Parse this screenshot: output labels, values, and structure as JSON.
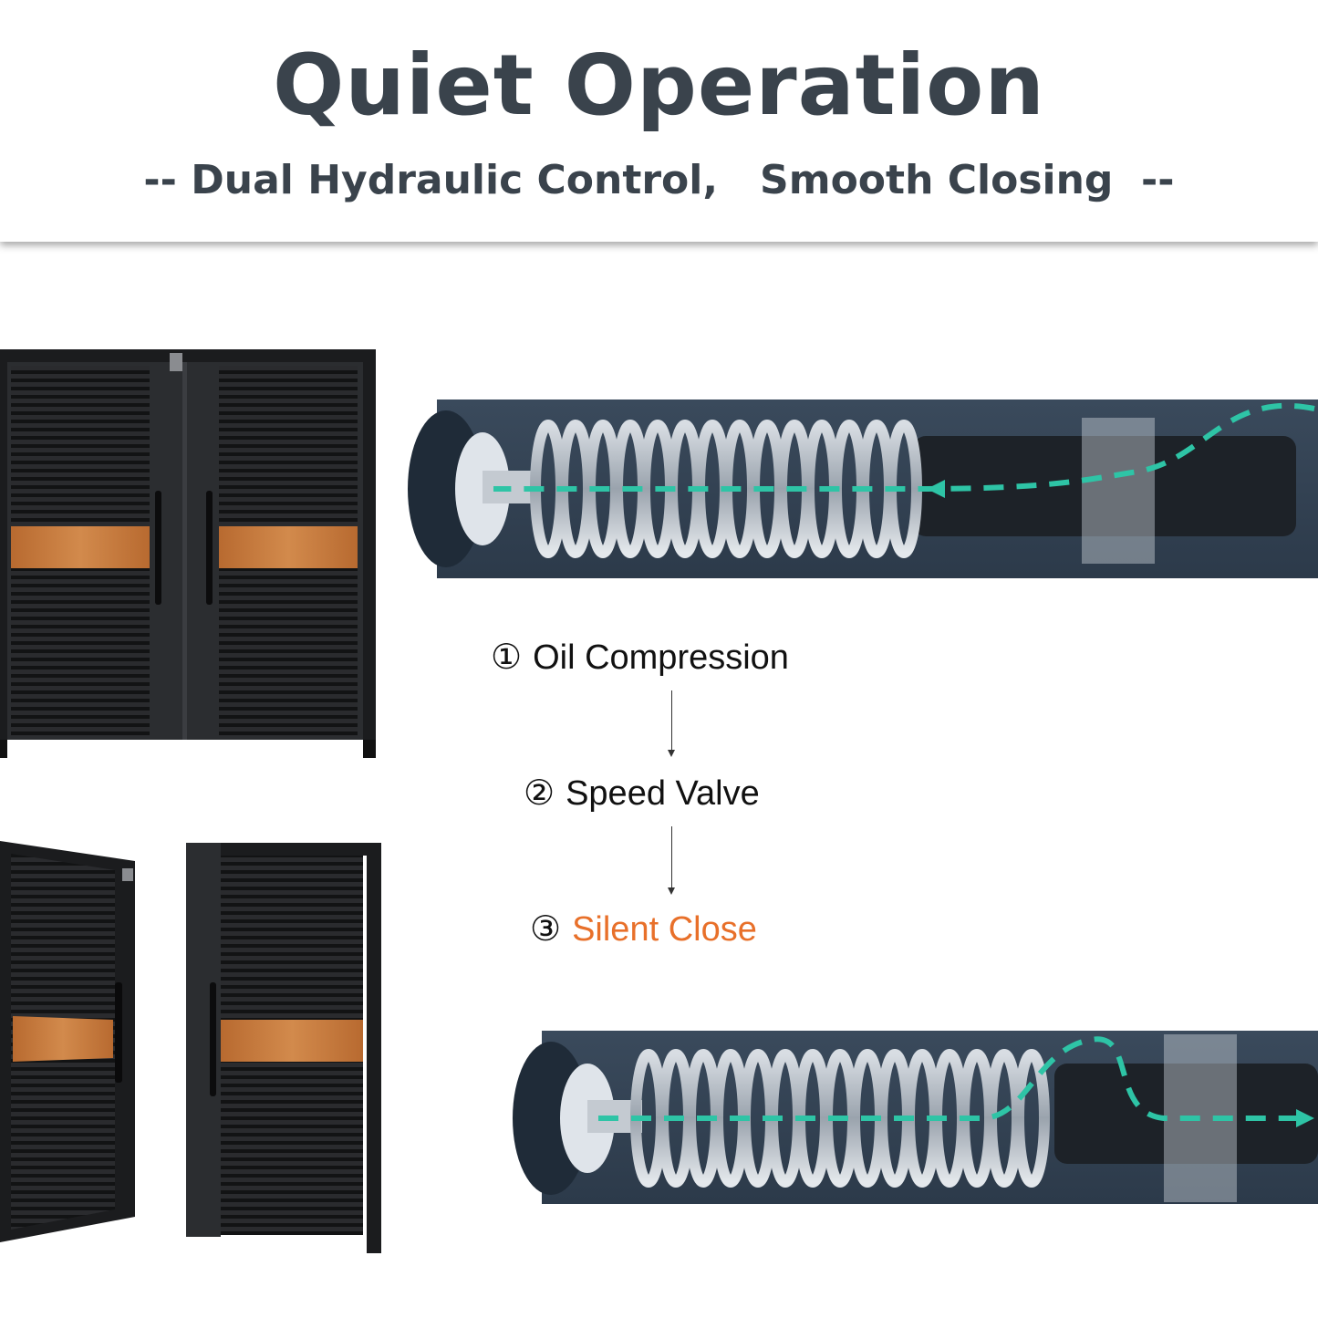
{
  "header": {
    "title": "Quiet Operation",
    "subtitle": "-- Dual Hydraulic Control,   Smooth Closing  --"
  },
  "steps": [
    {
      "number": "①",
      "label": "Oil Compression"
    },
    {
      "number": "②",
      "label": "Speed Valve"
    },
    {
      "number": "③",
      "label": "Silent Close"
    }
  ],
  "colors": {
    "title": "#3a434c",
    "accent": "#e8702a",
    "cabinet": "#1c1d1f",
    "wood": "#c87a3e",
    "tube": "#2f3d4d",
    "flow": "#2ec4a6"
  },
  "illustrations": {
    "cabinet_closed": "cabinet-closed-icon",
    "cabinet_open": "cabinet-open-icon",
    "hinge_top": "hydraulic-hinge-icon",
    "hinge_bottom": "hydraulic-hinge-icon"
  }
}
